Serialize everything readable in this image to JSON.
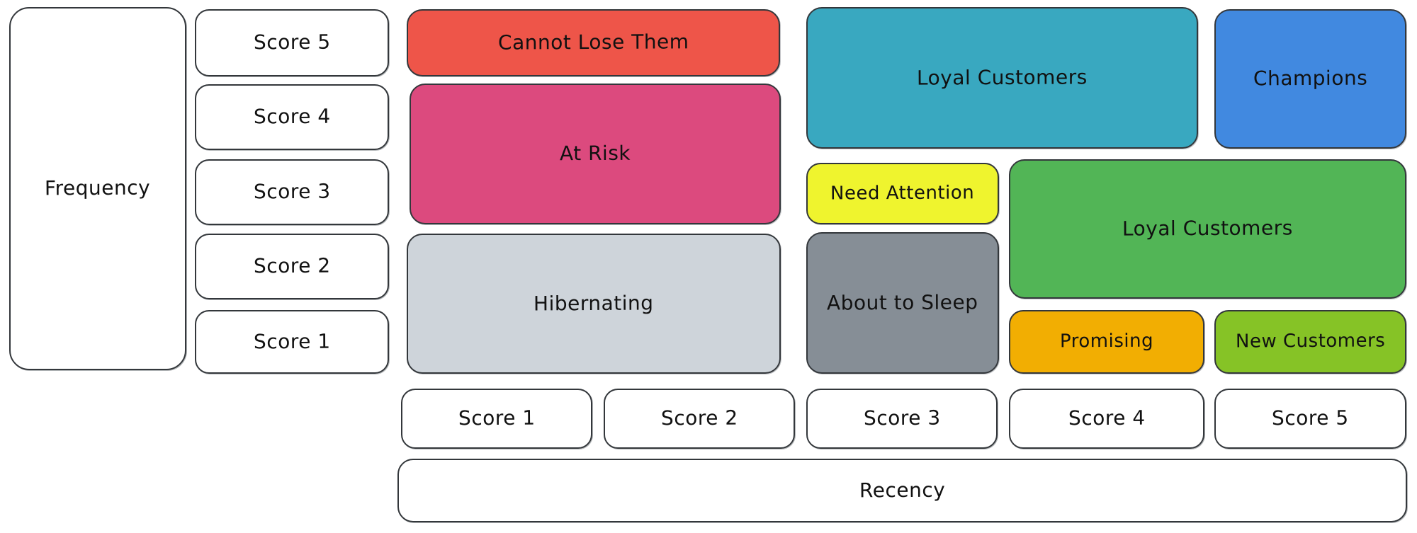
{
  "axes": {
    "frequency": {
      "label": "Frequency",
      "scores": [
        "Score 5",
        "Score 4",
        "Score 3",
        "Score 2",
        "Score 1"
      ]
    },
    "recency": {
      "label": "Recency",
      "scores": [
        "Score 1",
        "Score 2",
        "Score 3",
        "Score 4",
        "Score 5"
      ]
    }
  },
  "segments": {
    "cannot_lose_them": {
      "label": "Cannot Lose Them",
      "color": "#ee5549"
    },
    "at_risk": {
      "label": "At Risk",
      "color": "#dc4a7e"
    },
    "hibernating": {
      "label": "Hibernating",
      "color": "#ced4da"
    },
    "loyal_customers_top": {
      "label": "Loyal Customers",
      "color": "#39a8c0"
    },
    "need_attention": {
      "label": "Need Attention",
      "color": "#eff42e"
    },
    "about_to_sleep": {
      "label": "About to Sleep",
      "color": "#868e96"
    },
    "champions": {
      "label": "Champions",
      "color": "#4189e0"
    },
    "loyal_customers_right": {
      "label": "Loyal Customers",
      "color": "#52b556"
    },
    "promising": {
      "label": "Promising",
      "color": "#f2ae02"
    },
    "new_customers": {
      "label": "New Customers",
      "color": "#86c326"
    }
  }
}
